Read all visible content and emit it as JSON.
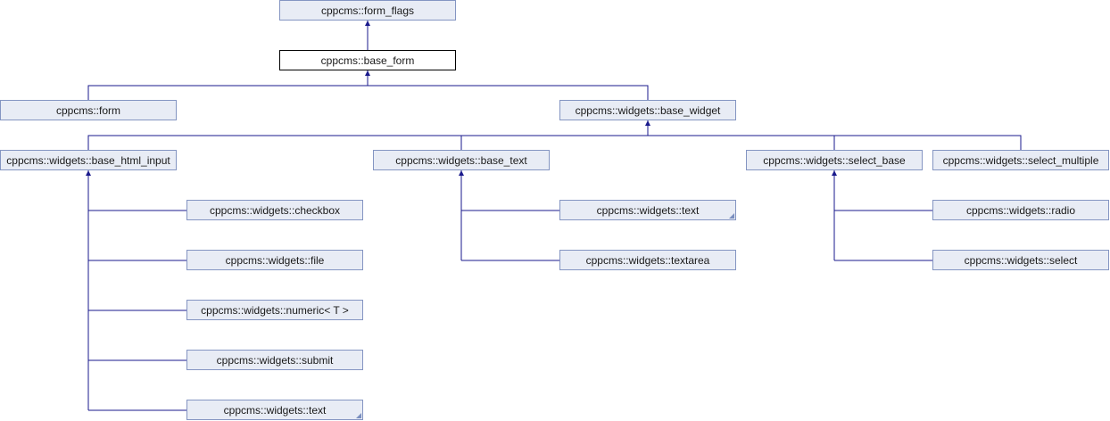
{
  "diagram": {
    "edge_color": "#1a1a8c",
    "node_fill": "#e8ecf5",
    "node_border": "#8495c2",
    "nodes": [
      {
        "id": "form_flags",
        "label": "cppcms::form_flags"
      },
      {
        "id": "base_form",
        "label": "cppcms::base_form"
      },
      {
        "id": "form",
        "label": "cppcms::form"
      },
      {
        "id": "base_widget",
        "label": "cppcms::widgets::base_widget"
      },
      {
        "id": "base_html_input",
        "label": "cppcms::widgets::base_html_input"
      },
      {
        "id": "base_text",
        "label": "cppcms::widgets::base_text"
      },
      {
        "id": "select_base",
        "label": "cppcms::widgets::select_base"
      },
      {
        "id": "select_multiple",
        "label": "cppcms::widgets::select_multiple"
      },
      {
        "id": "checkbox",
        "label": "cppcms::widgets::checkbox"
      },
      {
        "id": "file",
        "label": "cppcms::widgets::file"
      },
      {
        "id": "numeric",
        "label": "cppcms::widgets::numeric< T >"
      },
      {
        "id": "submit",
        "label": "cppcms::widgets::submit"
      },
      {
        "id": "text_a",
        "label": "cppcms::widgets::text"
      },
      {
        "id": "text_b",
        "label": "cppcms::widgets::text"
      },
      {
        "id": "textarea",
        "label": "cppcms::widgets::textarea"
      },
      {
        "id": "radio",
        "label": "cppcms::widgets::radio"
      },
      {
        "id": "select",
        "label": "cppcms::widgets::select"
      }
    ]
  }
}
